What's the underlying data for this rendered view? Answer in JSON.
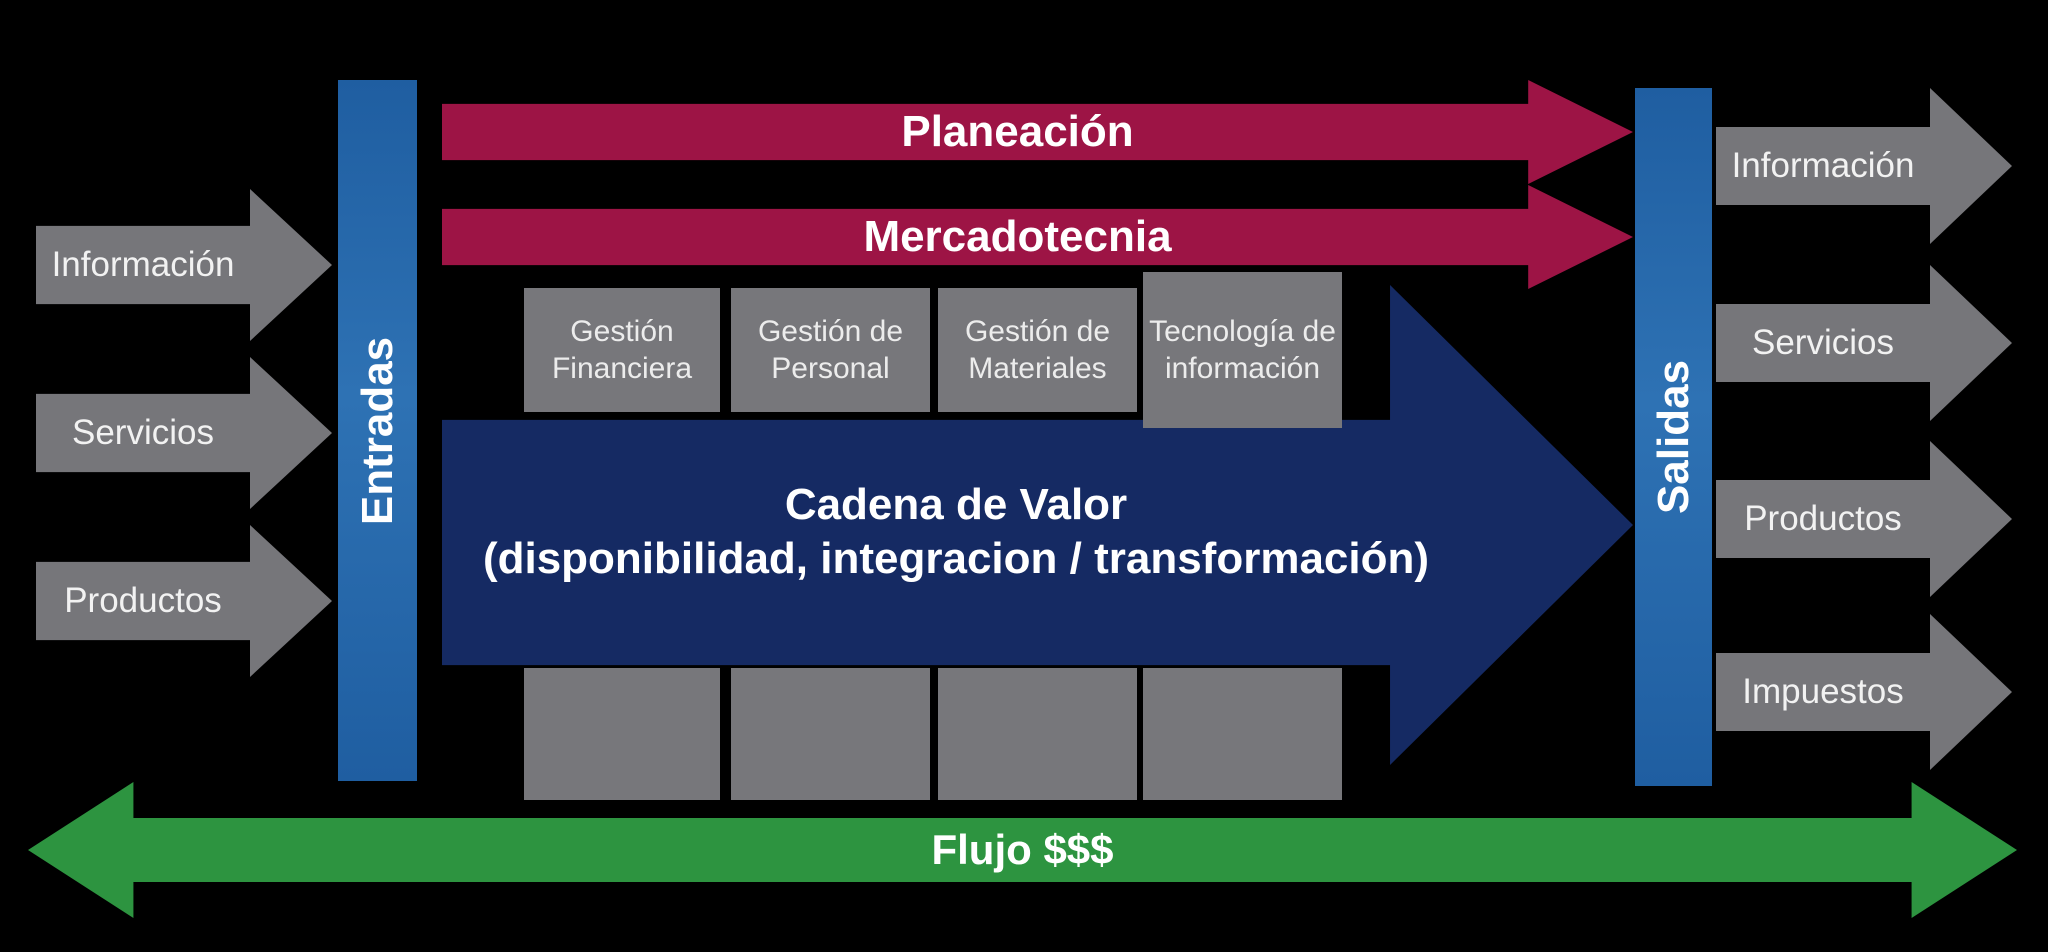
{
  "colors": {
    "bg": "#000000",
    "arrow_gray": "#76767a",
    "box_gray": "#77777b",
    "crimson": "#9d1445",
    "navy": "#152a63",
    "bar_blue": "#1f5ea1",
    "bar_blue_light": "#2e72b4",
    "green": "#2d9440",
    "text_light": "#f2f2f2"
  },
  "inputs": {
    "title": "Entradas",
    "items": [
      "Información",
      "Servicios",
      "Productos"
    ]
  },
  "outputs": {
    "title": "Salidas",
    "items": [
      "Información",
      "Servicios",
      "Productos",
      "Impuestos"
    ]
  },
  "top_flows": {
    "planeacion": "Planeación",
    "mercadotecnia": "Mercadotecnia"
  },
  "support_functions": [
    "Gestión Financiera",
    "Gestión de Personal",
    "Gestión de Materiales",
    "Tecnología de información"
  ],
  "value_chain": {
    "title": "Cadena de Valor",
    "subtitle": "(disponibilidad, integracion / transformación)"
  },
  "money_flow": {
    "label": "Flujo $$$"
  }
}
